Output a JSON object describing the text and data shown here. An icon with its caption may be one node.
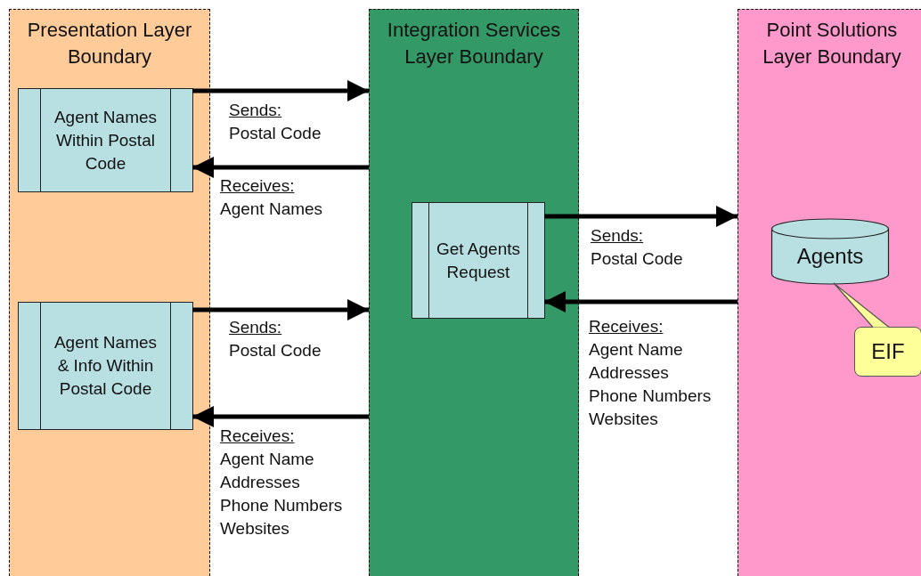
{
  "diagram": {
    "nodes": [
      {
        "text": [
          "Presentation Layer Boundary"
        ]
      },
      {
        "text": [
          "Agent Names Within Postal Code"
        ],
        "in": 0
      },
      {
        "text": [
          "Agent Names & Info Within Postal Code"
        ],
        "in": 0
      },
      {
        "text": [
          "Integration Services Layer Boundary"
        ]
      },
      {
        "text": [
          "Get Agents Request"
        ],
        "in": 3
      },
      {
        "text": [
          "Point Solutions Layer Boundary"
        ]
      },
      {
        "text": [
          "Agents"
        ],
        "in": 5
      },
      {
        "text": [
          "EIF"
        ],
        "in": 5
      }
    ],
    "edges": [
      {
        "from": 1,
        "to": 3,
        "arrow": "to",
        "label": "Sends:"
      },
      {
        "from": 3,
        "to": 1,
        "arrow": "to",
        "label": "Receives:"
      },
      {
        "from": 2,
        "to": 3,
        "arrow": "to",
        "label": "Sends:"
      },
      {
        "from": 3,
        "to": 2,
        "arrow": "to",
        "label": "Receives:"
      },
      {
        "from": 4,
        "to": 5,
        "arrow": "to",
        "label": "Sends:"
      },
      {
        "from": 5,
        "to": 4,
        "arrow": "to",
        "label": "Receives:"
      },
      {
        "from": 7,
        "to": 6,
        "arrow": "none"
      }
    ],
    "labels": [
      "Postal Code",
      "Agent Names",
      "Postal Code",
      "Agent Name",
      "Addresses",
      "Phone Numbers",
      "Websites",
      "Postal Code",
      "Agent Name",
      "Addresses",
      "Phone Numbers",
      "Websites"
    ]
  }
}
